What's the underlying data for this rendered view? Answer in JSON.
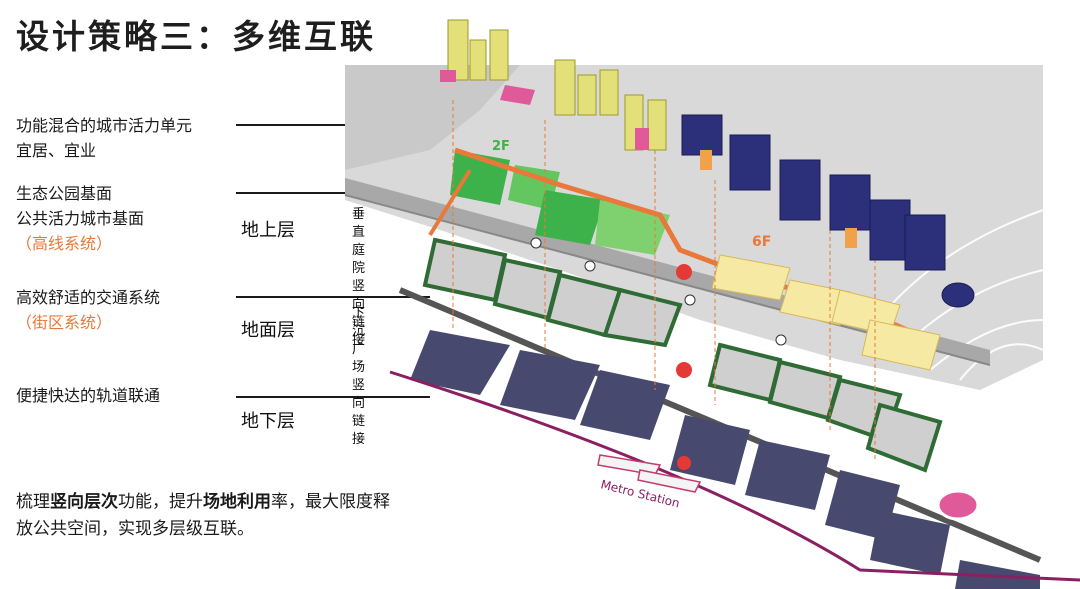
{
  "title": "设计策略三：多维互联",
  "labels": {
    "mixed_use_line1": "功能混合的城市活力单元",
    "mixed_use_line2": "宜居、宜业",
    "eco_line1": "生态公园基面",
    "eco_line2": "公共活力城市基面",
    "eco_line3": "（高线系统）",
    "traffic_line1": "高效舒适的交通系统",
    "traffic_line2": "（街区系统）",
    "rail_line1": "便捷快达的轨道联通"
  },
  "levels": {
    "above": "地上层",
    "ground": "地面层",
    "below": "地下层"
  },
  "vertical_labels": {
    "upper": "垂直庭院竖向链接",
    "lower": "下沉广场竖向链接"
  },
  "floor_tags": {
    "f2": "2F",
    "f6": "6F"
  },
  "metro_label": "Metro Station",
  "bottom_text": {
    "p1": "梳理",
    "b1": "竖向层次",
    "p2": "功能，提升",
    "b2": "场地利用",
    "p3": "率，最大限度释放公共空间，实现多层级互联。"
  },
  "colors": {
    "orange_accent": "#e8793a",
    "green_park": "#3db14a",
    "dark_green": "#2f6b35",
    "navy_building": "#2c2f7a",
    "yellow_building": "#e3e07a",
    "pink_building": "#e05a9a",
    "block_grey": "#474a6e",
    "metro_magenta": "#8a1f62"
  }
}
